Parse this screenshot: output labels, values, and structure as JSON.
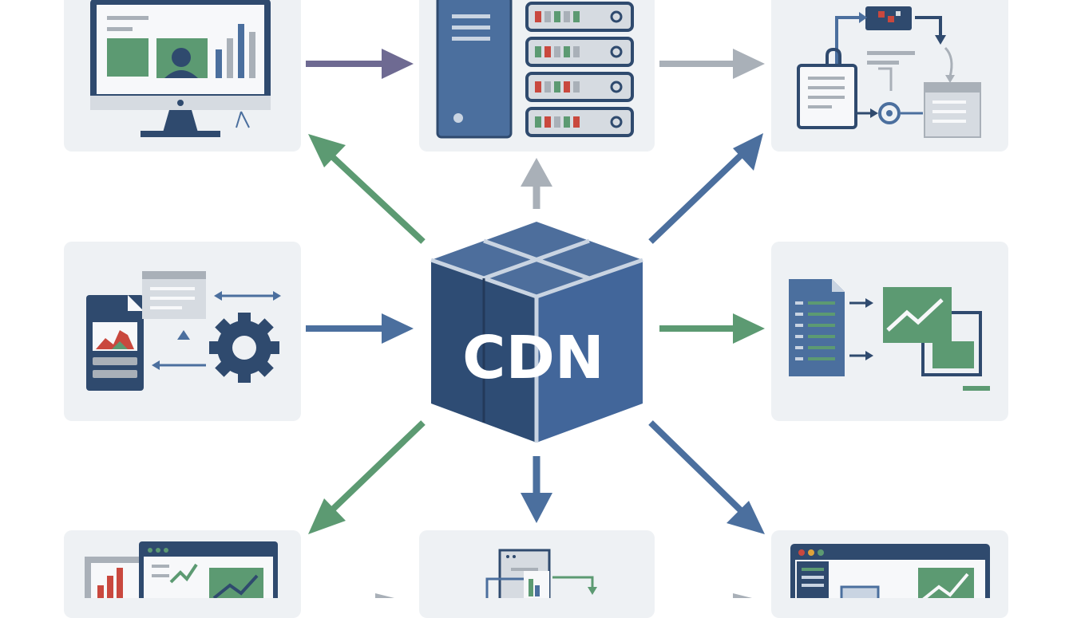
{
  "hub": {
    "label": "CDN"
  },
  "colors": {
    "tile_bg": "#eef1f4",
    "navy": "#2f4a6e",
    "blue": "#4b6f9e",
    "green": "#5c9a72",
    "purple": "#6e6a92",
    "gray": "#a9b0b8",
    "red": "#c9483e"
  },
  "nodes": [
    {
      "id": "desktop-monitor",
      "icon": "monitor-dashboard-icon"
    },
    {
      "id": "server-rack",
      "icon": "server-rack-icon"
    },
    {
      "id": "workflow",
      "icon": "workflow-diagram-icon"
    },
    {
      "id": "mobile-settings",
      "icon": "mobile-gear-icon"
    },
    {
      "id": "analytics-docs",
      "icon": "document-chart-icon"
    },
    {
      "id": "browser-charts",
      "icon": "browser-charts-icon"
    },
    {
      "id": "document-flow",
      "icon": "document-flow-icon"
    },
    {
      "id": "web-dashboard",
      "icon": "web-dashboard-icon"
    }
  ]
}
